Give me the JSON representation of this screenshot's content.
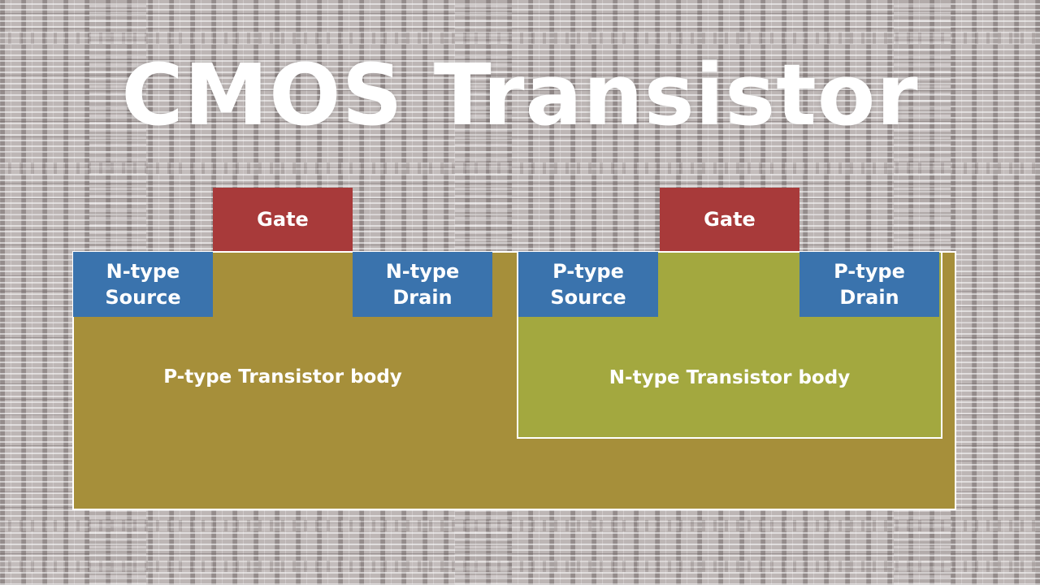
{
  "title": "CMOS Transistor",
  "nmos": {
    "gate": "Gate",
    "source": "N-type\nSource",
    "drain": "N-type\nDrain",
    "body": "P-type Transistor body"
  },
  "pmos": {
    "gate": "Gate",
    "source": "P-type\nSource",
    "drain": "P-type\nDrain",
    "body": "N-type Transistor body"
  },
  "colors": {
    "gate": "#a83a3a",
    "terminal": "#3a73ad",
    "p_body": "#a68f3a",
    "n_well": "#a3a83f",
    "text": "#ffffff"
  }
}
